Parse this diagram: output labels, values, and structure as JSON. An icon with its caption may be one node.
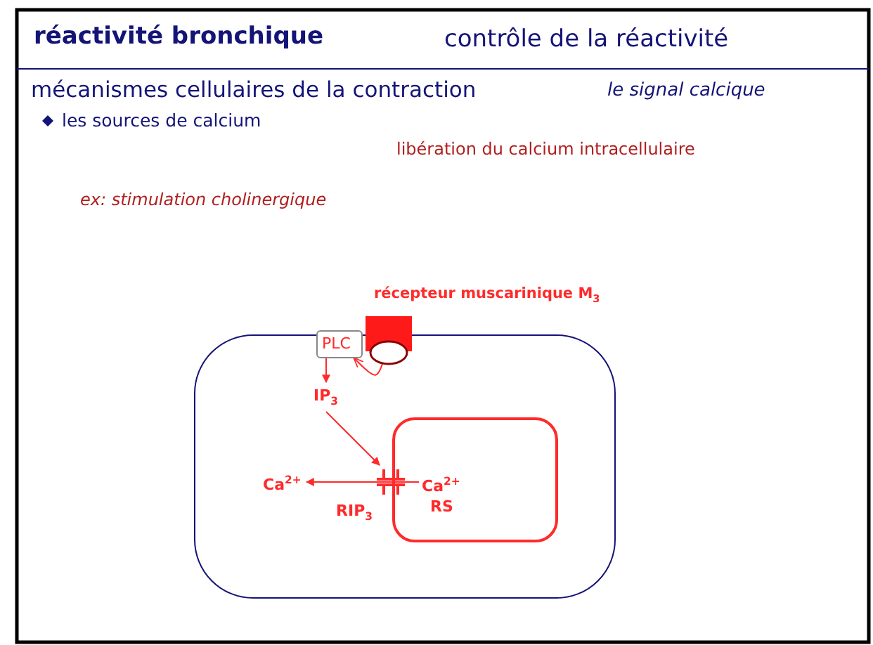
{
  "diagram": {
    "title": "réactivité bronchique",
    "nodes": [
      {
        "text": [],
        "shape": "box"
      },
      {
        "text": [
          "PLC"
        ]
      },
      {
        "text": [
          "récepteur muscarinique M$_{3}$"
        ]
      },
      {
        "text": [
          "IP$_{3}$"
        ],
        "in": 0
      },
      {
        "text": [
          "Ca$^{2+}$",
          "RS"
        ],
        "in": 0
      },
      {
        "text": [
          "RIP$_{3}$"
        ],
        "in": 0
      },
      {
        "text": [
          "Ca$^{2+}$"
        ],
        "in": 0
      }
    ],
    "edges": [
      {
        "from": 2,
        "to": 1,
        "arrow": "to"
      },
      {
        "from": 1,
        "to": 3,
        "arrow": "to"
      },
      {
        "from": 3,
        "to": 5,
        "arrow": "to"
      },
      {
        "from": 4,
        "to": 6,
        "arrow": "to"
      }
    ],
    "labels": [
      "contrôle de la réactivité",
      "mécanismes cellulaires de la contraction",
      "le signal calcique",
      "les sources de calcium",
      "libération du calcium intracellulaire",
      "ex: stimulation cholinergique"
    ]
  }
}
